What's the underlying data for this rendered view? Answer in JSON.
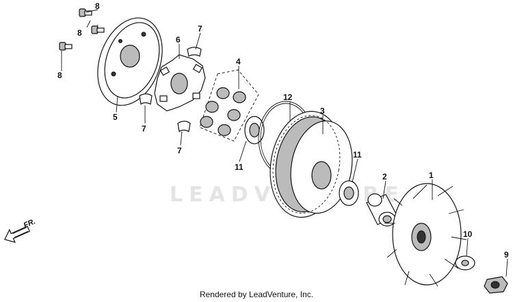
{
  "watermark": "LEADVENTURE",
  "direction_label": "FR.",
  "footer": "Rendered by LeadVenture, Inc.",
  "callouts": {
    "c1": "1",
    "c2": "2",
    "c3": "3",
    "c4": "4",
    "c5": "5",
    "c6": "6",
    "c7a": "7",
    "c7b": "7",
    "c7c": "7",
    "c8a": "8",
    "c8b": "8",
    "c8c": "8",
    "c9": "9",
    "c10": "10",
    "c11a": "11",
    "c11b": "11",
    "c12": "12"
  }
}
